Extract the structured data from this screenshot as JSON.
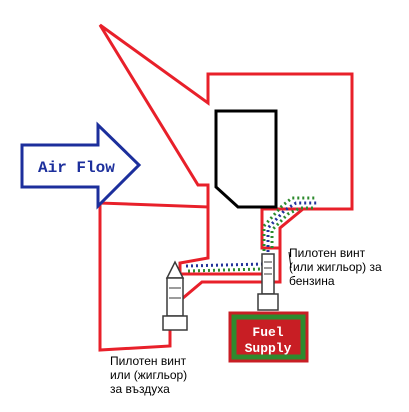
{
  "airflow": {
    "label": "Air Flow"
  },
  "fuel_supply": {
    "line1": "Fuel",
    "line2": "Supply"
  },
  "fuel_screw": {
    "lines": [
      "Пилотен винт",
      "(или жигльор) за",
      "бензина"
    ]
  },
  "air_screw": {
    "lines": [
      "Пилотен винт",
      "или (жигльор)",
      "за въздуха"
    ]
  },
  "colors": {
    "body_outline": "#e8202a",
    "slide_outline": "#000000",
    "arrow_outline": "#1c2f9c",
    "fuel_tank_fill": "#c81e24",
    "fuel_tank_border": "#2e8a2e",
    "fuel_text": "#ffffff",
    "fuel_dots": "#2d8a2d",
    "air_dots": "#23329a",
    "screw_outline": "#3a3a3a"
  }
}
